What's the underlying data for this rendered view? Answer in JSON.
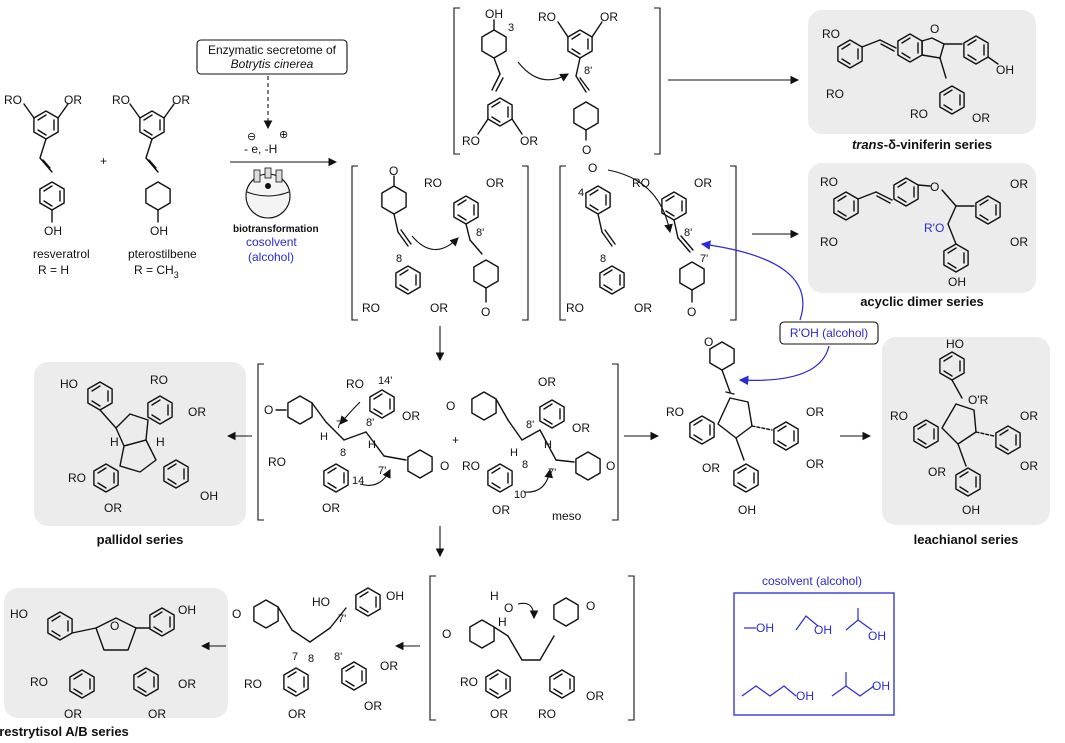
{
  "enzyme_box": {
    "line1": "Enzymatic secretome  of",
    "line2": "Botrytis cinerea"
  },
  "conditions": {
    "electron": "- e, -H",
    "minus": "⊖",
    "plus": "⊕",
    "process": "biotransformation",
    "cosolvent": "cosolvent",
    "alcohol": "(alcohol)"
  },
  "starting": {
    "resveratrol_name": "resveratrol",
    "resveratrol_r": "R = H",
    "pterostilbene_name": "pterostilbene",
    "pterostilbene_r": "R = CH",
    "pterostilbene_sub": "3",
    "plus_sign": "+"
  },
  "atoms": {
    "ro": "RO",
    "or": "OR",
    "oh": "OH",
    "ho": "HO",
    "o": "O",
    "h": "H",
    "or_prime": "O'R",
    "r_prime_o": "R'O"
  },
  "positions": {
    "p3": "3",
    "p8p": "8'",
    "p8": "8",
    "p4": "4",
    "p7p": "7'",
    "p7": "7",
    "p14p": "14'",
    "p14": "14",
    "p10": "10",
    "meso": "meso",
    "plus": "+"
  },
  "alcohol_box": {
    "label": "R'OH (alcohol)"
  },
  "series": {
    "viniferin": "trans-δ-viniferin series",
    "viniferin_italic": "trans",
    "viniferin_rest": "-δ-viniferin series",
    "acyclic": "acyclic dimer series",
    "pallidol": "pallidol series",
    "leachianol": "leachianol series",
    "restrytisol": "restrytisol A/B series"
  },
  "cosolvent_panel": {
    "title": "cosolvent (alcohol)"
  },
  "colors": {
    "blue": "#2a2ad6",
    "panel_bg": "#ececec",
    "ink": "#111111"
  }
}
